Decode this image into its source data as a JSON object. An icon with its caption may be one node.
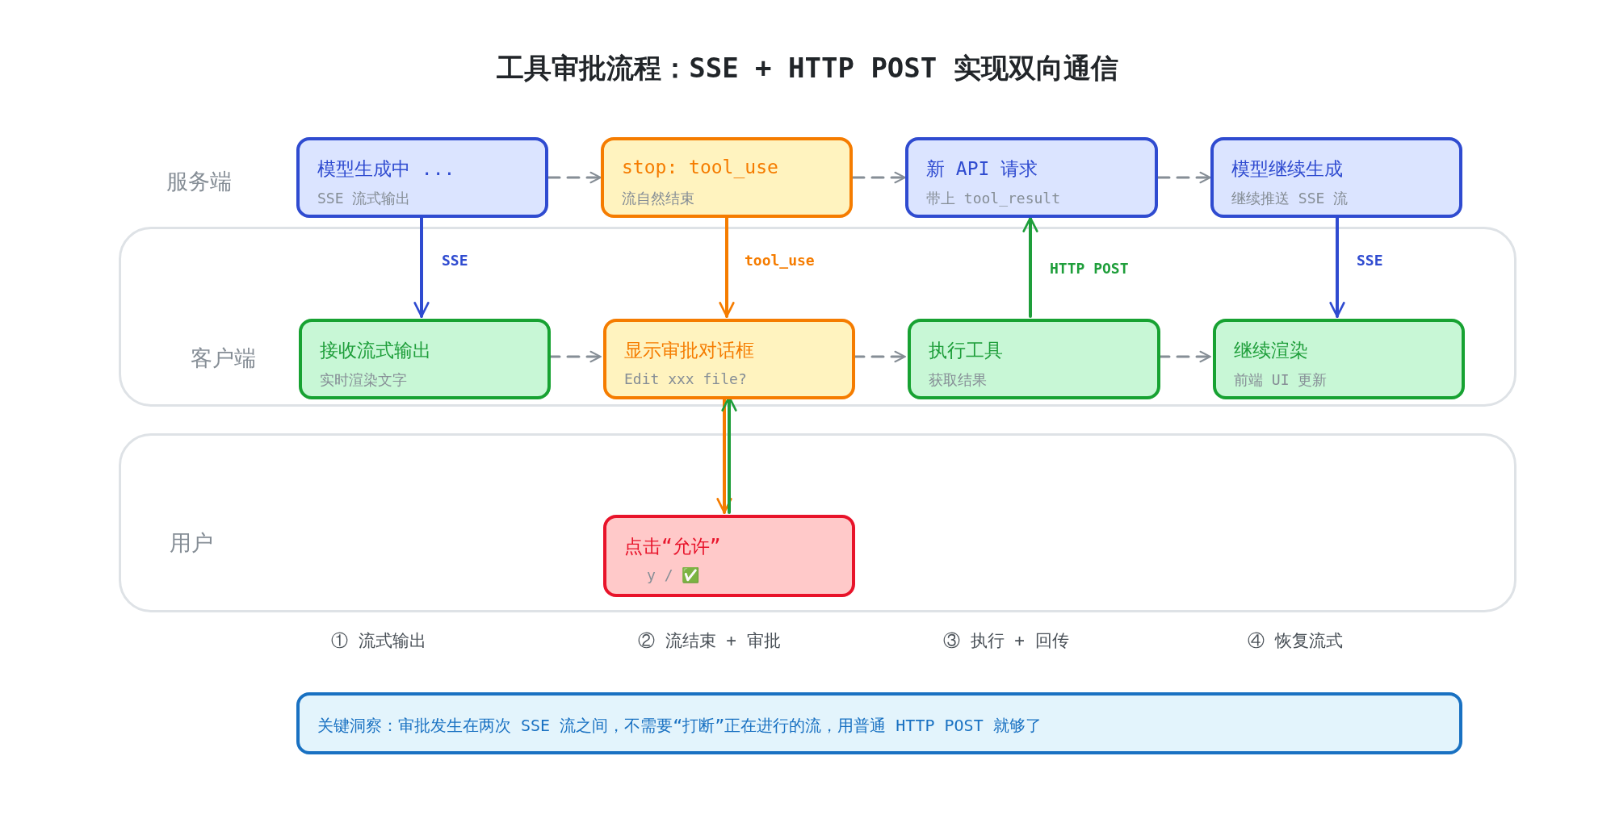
{
  "diagram": {
    "title": "工具审批流程：SSE + HTTP POST 实现双向通信",
    "nodes": [
      {
        "text": [
          "模型生成中 ...",
          "SSE 流式输出"
        ]
      },
      {
        "text": [
          "stop: tool_use",
          "流自然结束"
        ]
      },
      {
        "text": [
          "新 API 请求",
          "带上 tool_result"
        ]
      },
      {
        "text": [
          "模型继续生成",
          "继续推送 SSE 流"
        ]
      },
      {
        "text": [
          "客户端"
        ]
      },
      {
        "text": [
          "接收流式输出",
          "实时渲染文字"
        ],
        "in": 4
      },
      {
        "text": [
          "显示审批对话框",
          "Edit xxx file?"
        ],
        "in": 4
      },
      {
        "text": [
          "执行工具",
          "获取结果"
        ],
        "in": 4
      },
      {
        "text": [
          "继续渲染",
          "前端 UI 更新"
        ],
        "in": 4
      },
      {
        "text": [
          "用户"
        ]
      },
      {
        "text": [
          "点击“允许”",
          "y / ✅"
        ],
        "in": 9
      },
      {
        "text": [
          "关键洞察：审批发生在两次 SSE 流之间，不需要“打断”正在进行的流，用普通 HTTP POST 就够了"
        ]
      }
    ],
    "edges": [
      {
        "from": 0,
        "to": 1,
        "arrow": "to",
        "style": "dashed"
      },
      {
        "from": 1,
        "to": 2,
        "arrow": "to",
        "style": "dashed"
      },
      {
        "from": 2,
        "to": 3,
        "arrow": "to",
        "style": "dashed"
      },
      {
        "from": 0,
        "to": 5,
        "arrow": "to",
        "label": "SSE",
        "color": "#2f4bd0"
      },
      {
        "from": 1,
        "to": 6,
        "arrow": "to",
        "label": "tool_use",
        "color": "#f57c00"
      },
      {
        "from": 7,
        "to": 2,
        "arrow": "to",
        "label": "HTTP POST",
        "color": "#1e9e3a"
      },
      {
        "from": 3,
        "to": 8,
        "arrow": "to",
        "label": "SSE",
        "color": "#2f4bd0"
      },
      {
        "from": 5,
        "to": 6,
        "arrow": "to",
        "style": "dashed"
      },
      {
        "from": 6,
        "to": 7,
        "arrow": "to",
        "style": "dashed"
      },
      {
        "from": 7,
        "to": 8,
        "arrow": "to",
        "style": "dashed"
      },
      {
        "from": 6,
        "to": 10,
        "arrow": "to",
        "color": "#f57c00"
      },
      {
        "from": 10,
        "to": 6,
        "arrow": "to",
        "color": "#1e9e3a"
      }
    ],
    "labels": [
      "服务端",
      "① 流式输出",
      "② 流结束 + 审批",
      "③ 执行 + 回传",
      "④ 恢复流式"
    ]
  }
}
